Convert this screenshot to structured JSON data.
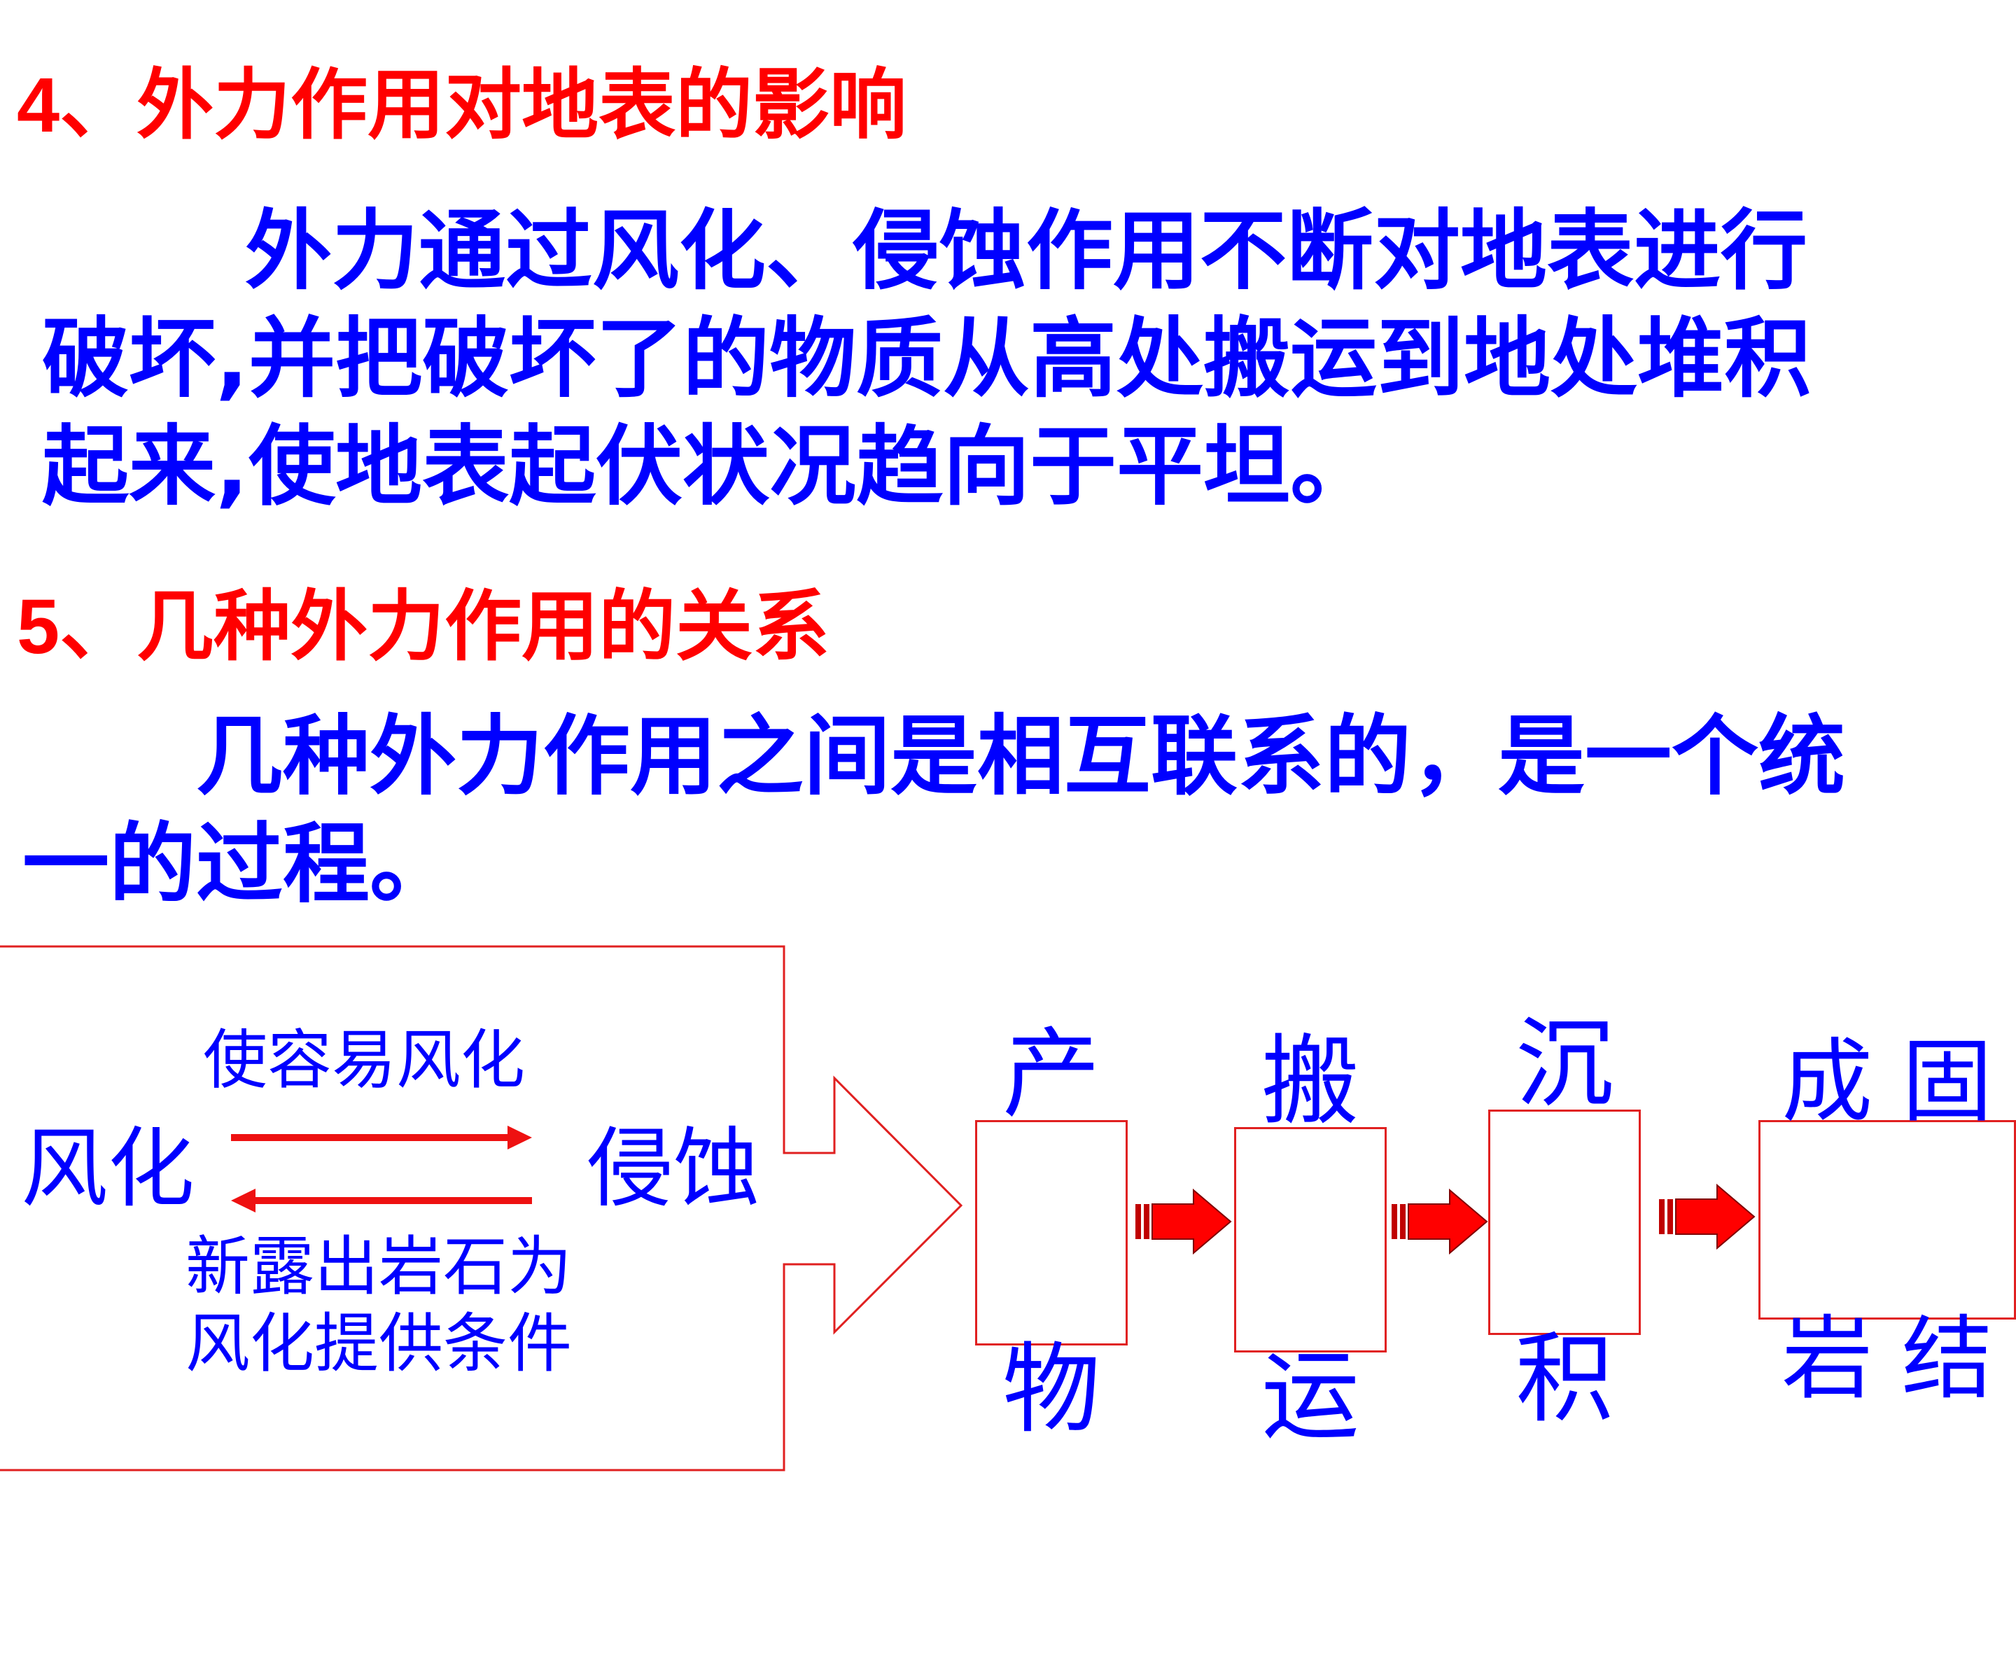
{
  "heading1": {
    "num": "4",
    "text": "、外力作用对地表的影响"
  },
  "para1": {
    "lines": [
      "外力通过风化、侵蚀作用不断对地表进行",
      "破坏,并把破坏了的物质从高处搬运到地处堆积",
      "起来,使地表起伏状况趋向于平坦。"
    ]
  },
  "heading2": {
    "num": "5",
    "text": "、几种外力作用的关系"
  },
  "para2": {
    "lines": [
      "几种外力作用之间是相互联系的，是一个统",
      "一的过程。"
    ]
  },
  "diagram": {
    "left_term": "风化",
    "right_term": "侵蚀",
    "top_arrow_label": "使容易风化",
    "bottom_arrow_label_lines": [
      "新露出岩石为",
      "风化提供条件"
    ],
    "steps": [
      {
        "line1": "产",
        "line2": "物"
      },
      {
        "line1": "搬",
        "line2": "运"
      },
      {
        "line1": "沉",
        "line2": "积"
      },
      {
        "line1": "成 固",
        "line2": "岩 结"
      }
    ],
    "colors": {
      "border": "#e02020",
      "arrow": "#ff0000",
      "text": "#0000ff"
    }
  }
}
